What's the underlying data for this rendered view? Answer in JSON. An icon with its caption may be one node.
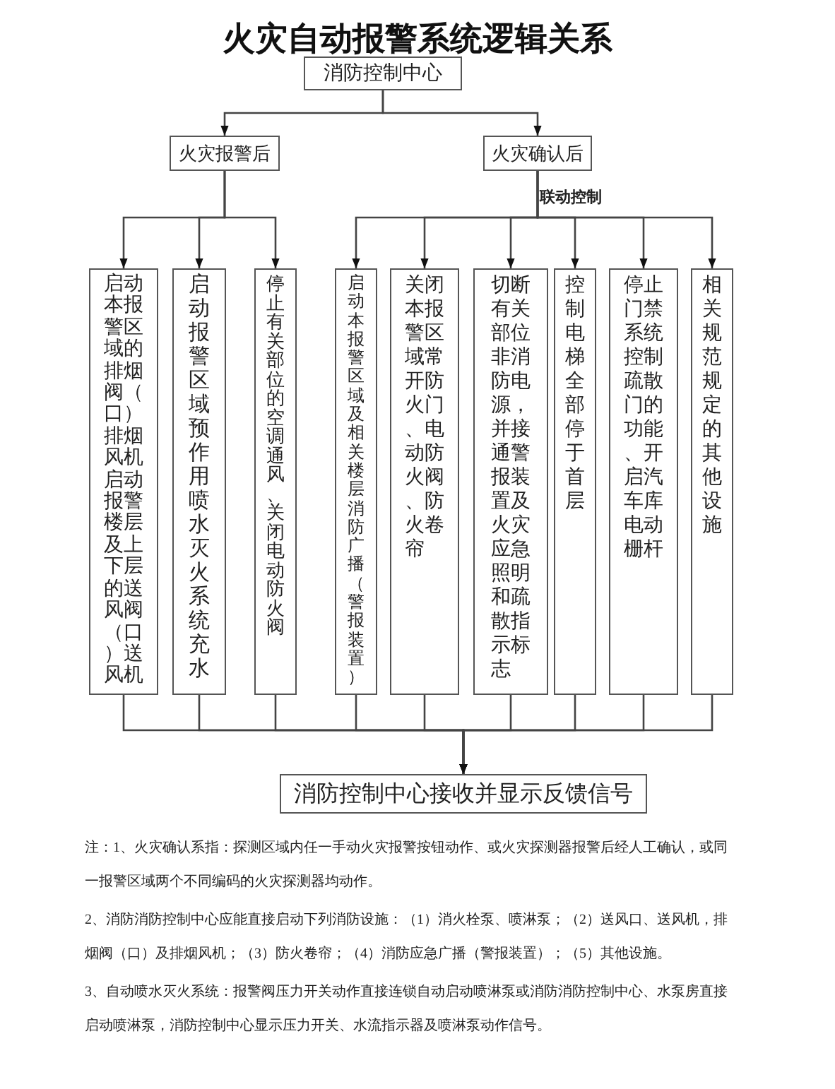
{
  "diagram": {
    "title": "火灾自动报警系统逻辑关系",
    "nodes": [
      {
        "text": [
          "消防控制中心"
        ]
      },
      {
        "text": [
          "火灾报警后"
        ]
      },
      {
        "text": [
          "火灾确认后"
        ]
      },
      {
        "text": [
          "启动本报警区域的排烟阀（口）排烟风机启动报警楼层及上下层的送风阀（口）送风机"
        ]
      },
      {
        "text": [
          "启动报警区域预作用喷水灭火系统充水"
        ]
      },
      {
        "text": [
          "停止有关部位的空调通风、关闭电动防火阀"
        ]
      },
      {
        "text": [
          "启动本报警区域及相关楼层消防广播（警报装置）"
        ]
      },
      {
        "text": [
          "关闭本报警区域常开防火门、电动防火阀、防火卷帘"
        ]
      },
      {
        "text": [
          "切断有关部位非消防电源，并接通警报装置及火灾应急照明和疏散指示标志"
        ]
      },
      {
        "text": [
          "控制电梯全部停于首层"
        ]
      },
      {
        "text": [
          "停止门禁系统控制疏散门的功能、开启汽车库电动栅杆"
        ]
      },
      {
        "text": [
          "相关规范规定的其他设施"
        ]
      },
      {
        "text": [
          "消防控制中心接收并显示反馈信号"
        ]
      }
    ],
    "edges": [
      {
        "from": 0,
        "to": 1,
        "arrow": "to"
      },
      {
        "from": 0,
        "to": 2,
        "arrow": "to"
      },
      {
        "from": 1,
        "to": 3,
        "arrow": "to"
      },
      {
        "from": 1,
        "to": 4,
        "arrow": "to"
      },
      {
        "from": 1,
        "to": 5,
        "arrow": "to"
      },
      {
        "from": 2,
        "to": 6,
        "arrow": "to"
      },
      {
        "from": 2,
        "to": 7,
        "arrow": "to"
      },
      {
        "from": 2,
        "to": 8,
        "arrow": "to"
      },
      {
        "from": 2,
        "to": 9,
        "arrow": "to"
      },
      {
        "from": 2,
        "to": 10,
        "arrow": "to"
      },
      {
        "from": 2,
        "to": 11,
        "arrow": "to"
      },
      {
        "from": 3,
        "to": 12,
        "arrow": "to"
      },
      {
        "from": 4,
        "to": 12,
        "arrow": "to"
      },
      {
        "from": 5,
        "to": 12,
        "arrow": "to"
      },
      {
        "from": 6,
        "to": 12,
        "arrow": "to"
      },
      {
        "from": 7,
        "to": 12,
        "arrow": "to"
      },
      {
        "from": 8,
        "to": 12,
        "arrow": "to"
      },
      {
        "from": 9,
        "to": 12,
        "arrow": "to"
      },
      {
        "from": 10,
        "to": 12,
        "arrow": "to"
      },
      {
        "from": 11,
        "to": 12,
        "arrow": "to"
      }
    ],
    "labels": [
      "联动控制",
      "注：1、火灾确认系指：探测区域内任一手动火灾报警按钮动作、或火灾探测器报警后经人工确认，或同一报警区域两个不同编码的火灾探测器均动作。",
      "2、消防消防控制中心应能直接启动下列消防设施：（1）消火栓泵、喷淋泵；（2）送风口、送风机，排烟阀（口）及排烟风机；（3）防火卷帘；（4）消防应急广播（警报装置）；（5）其他设施。",
      "3、自动喷水灭火系统：报警阀压力开关动作直接连锁自动启动喷淋泵或消防消防控制中心、水泵房直接启动喷淋泵，消防控制中心显示压力开关、水流指示器及喷淋泵动作信号。"
    ]
  }
}
